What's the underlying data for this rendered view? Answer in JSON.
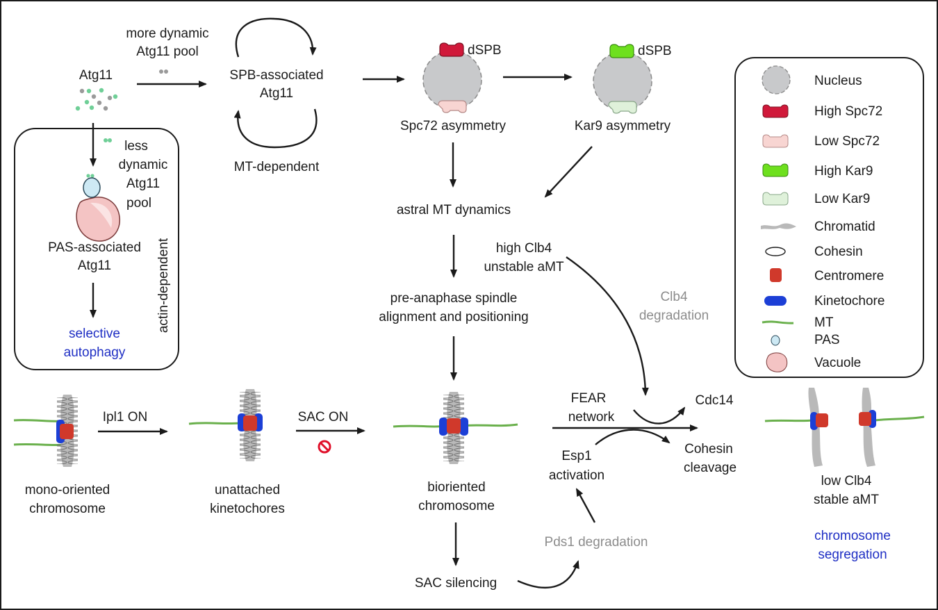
{
  "colors": {
    "black": "#1a1a1a",
    "blue_text": "#1f2fc4",
    "gray_text": "#8c8c8c",
    "nucleus_gray": "#c8c9cb",
    "high_spc72": "#d0193a",
    "low_spc72": "#f8d5d2",
    "high_kar9": "#6ee01e",
    "low_kar9": "#dff1da",
    "centromere": "#d0392b",
    "kinetochore": "#1c3fd6",
    "mt": "#6ab04c",
    "pas": "#cde9f4",
    "vacuole": "#f4c4c4",
    "chromatid": "#b9b9b9"
  },
  "atg11": {
    "title": "Atg11",
    "more_dynamic": [
      "more dynamic",
      "Atg11 pool"
    ],
    "spb_associated": [
      "SPB-associated",
      "Atg11"
    ],
    "mt_dependent": "MT-dependent",
    "less_dynamic": [
      "less",
      "dynamic",
      "Atg11",
      "pool"
    ],
    "pas_associated": [
      "PAS-associated",
      "Atg11"
    ],
    "actin_dependent": "actin-dependent",
    "selective_autophagy": [
      "selective",
      "autophagy"
    ]
  },
  "spb": {
    "dspb_label": "dSPB",
    "spc72_asymmetry": "Spc72 asymmetry",
    "kar9_asymmetry": "Kar9 asymmetry"
  },
  "middle": {
    "astral_mt": "astral MT dynamics",
    "high_clb4": [
      "high Clb4",
      "unstable aMT"
    ],
    "preanaphase": [
      "pre-anaphase spindle",
      "alignment and positioning"
    ],
    "clb4_degradation": [
      "Clb4",
      "degradation"
    ]
  },
  "chromosomes": {
    "mono": [
      "mono-oriented",
      "chromosome"
    ],
    "ipl1": "Ipl1 ON",
    "unattached": [
      "unattached",
      "kinetochores"
    ],
    "sac_on": "SAC ON",
    "bioriented": [
      "bioriented",
      "chromosome"
    ],
    "sac_silencing": "SAC silencing",
    "pds1": "Pds1 degradation",
    "fear": [
      "FEAR",
      "network"
    ],
    "cdc14": "Cdc14",
    "esp1": [
      "Esp1",
      "activation"
    ],
    "cohesin_cleavage": [
      "Cohesin",
      "cleavage"
    ],
    "low_clb4": [
      "low Clb4",
      "stable aMT"
    ],
    "segregation": [
      "chromosome",
      "segregation"
    ]
  },
  "legend": {
    "items": [
      {
        "label": "Nucleus",
        "icon": "nucleus-icon"
      },
      {
        "label": "High Spc72",
        "icon": "high-spc72-icon"
      },
      {
        "label": "Low Spc72",
        "icon": "low-spc72-icon"
      },
      {
        "label": "High Kar9",
        "icon": "high-kar9-icon"
      },
      {
        "label": "Low Kar9",
        "icon": "low-kar9-icon"
      },
      {
        "label": "Chromatid",
        "icon": "chromatid-icon"
      },
      {
        "label": "Cohesin",
        "icon": "cohesin-icon"
      },
      {
        "label": "Centromere",
        "icon": "centromere-icon"
      },
      {
        "label": "Kinetochore",
        "icon": "kinetochore-icon"
      },
      {
        "label": "MT",
        "icon": "mt-icon"
      },
      {
        "label": "PAS",
        "icon": "pas-icon"
      },
      {
        "label": "Vacuole",
        "icon": "vacuole-icon"
      }
    ]
  }
}
